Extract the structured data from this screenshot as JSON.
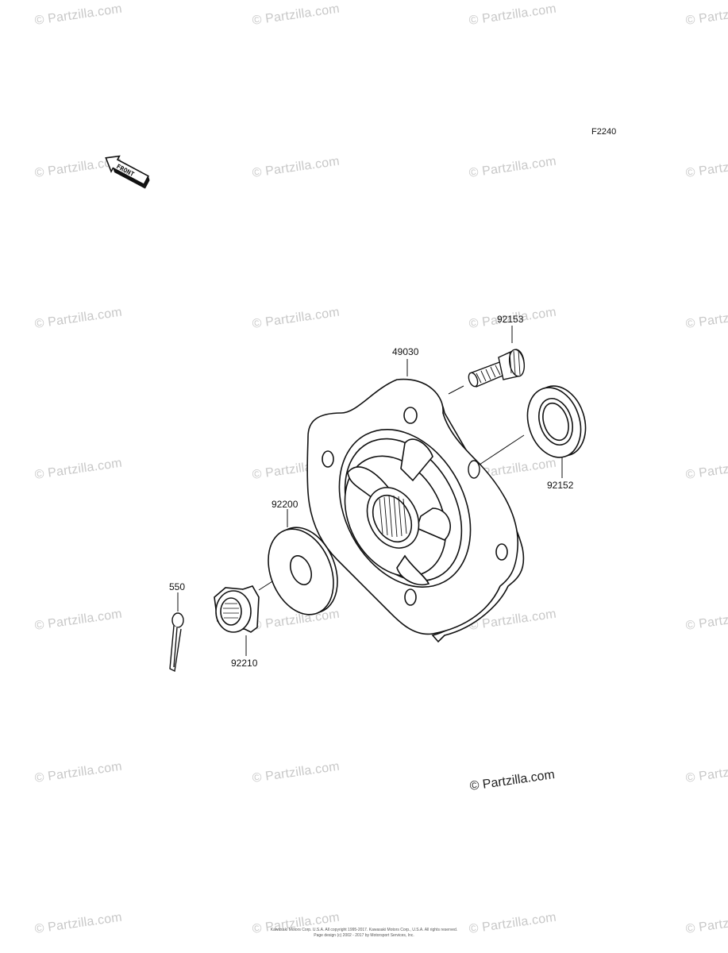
{
  "figure_code": "F2240",
  "front_label": "FRONT",
  "watermark_text": "© Partzilla.com",
  "brand_watermark": "© Partzilla.com",
  "parts": [
    {
      "number": "92153"
    },
    {
      "number": "49030"
    },
    {
      "number": "92152"
    },
    {
      "number": "92200"
    },
    {
      "number": "550"
    },
    {
      "number": "92210"
    }
  ],
  "footer": {
    "line1": "Kawasaki Motors Corp. U.S.A. All copyright 1995-2017. Kawasaki Motors Corp., U.S.A. All rights reserved.",
    "line2": "Page design (c) 2002 - 2017 by Motorsport Services, Inc."
  },
  "colors": {
    "line": "#111111",
    "watermark": "#c8c8c8"
  }
}
